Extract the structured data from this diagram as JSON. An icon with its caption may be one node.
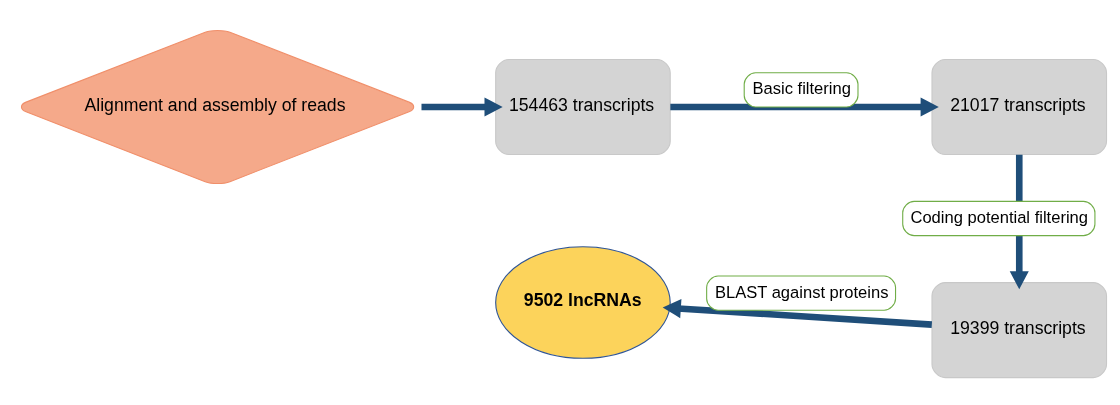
{
  "diagram": {
    "nodes": [
      {
        "text": [
          "Alignment and assembly of reads"
        ]
      },
      {
        "text": [
          "154463 transcripts"
        ]
      },
      {
        "text": [
          "21017 transcripts"
        ]
      },
      {
        "text": [
          "19399 transcripts"
        ]
      },
      {
        "text": [
          "9502 lncRNAs"
        ]
      }
    ],
    "edges": [
      {
        "from": 0,
        "to": 1,
        "arrow": "to"
      },
      {
        "from": 1,
        "to": 2,
        "arrow": "to",
        "label": "Basic filtering"
      },
      {
        "from": 2,
        "to": 3,
        "arrow": "to",
        "label": "Coding potential filtering"
      },
      {
        "from": 3,
        "to": 4,
        "arrow": "to",
        "label": "BLAST against proteins"
      }
    ]
  }
}
